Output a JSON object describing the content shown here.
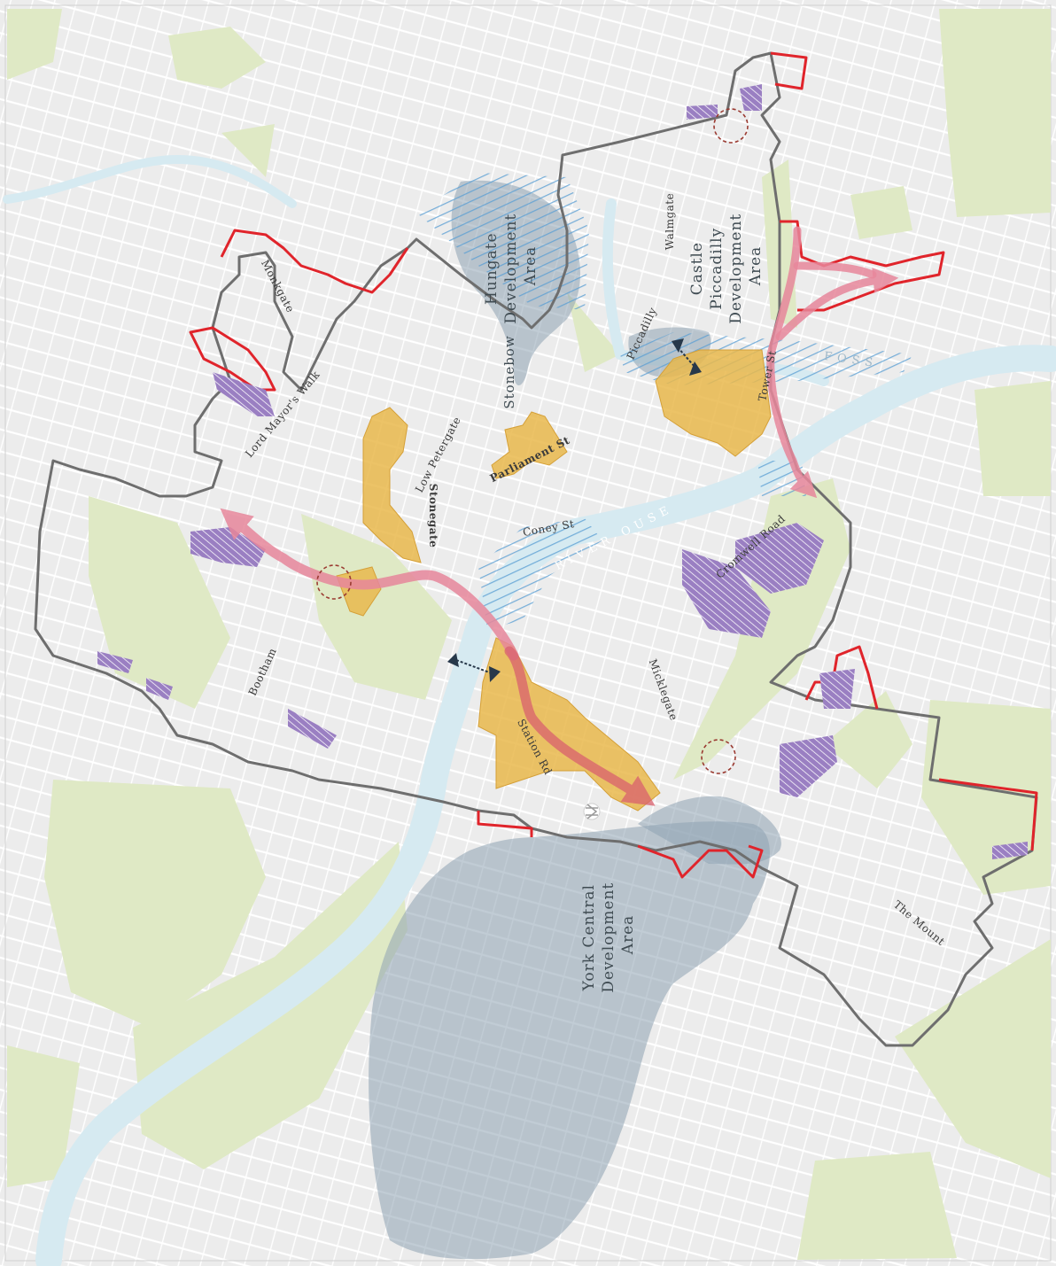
{
  "colors": {
    "background": "#efefef",
    "green_space": "#dfe9c5",
    "river": "#d6eaf1",
    "development_area": "#8ea3b3",
    "conservation_boundary": "#6e6e6e",
    "red_boundary": "#e0242b",
    "route_arrow": "#e7879b",
    "key_site": "#e9b94c",
    "terrace_housing": "#9a7fc2",
    "hatch": "#5a9fd4",
    "gateway_circle": "#9b3b32",
    "link_icon": "#27384a"
  },
  "icons": [
    "gateway-circle-icon",
    "footbridge-link-icon",
    "railway-station-icon",
    "terrace-housing-icon"
  ],
  "development_areas": {
    "hungate": "Hungate Development Area",
    "castle_piccadilly": "Castle Piccadilly Development Area",
    "york_central": "York Central Development Area"
  },
  "development_area_lines": {
    "hungate": [
      "Hungate",
      "Development",
      "Area"
    ],
    "castle_piccadilly": [
      "Castle",
      "Piccadilly",
      "Development",
      "Area"
    ],
    "york_central": [
      "York Central",
      "Development",
      "Area"
    ]
  },
  "streets": {
    "monkgate": "Monkgate",
    "lord_mayors_walk": "Lord Mayor's Walk",
    "low_petergate": "Low Petergate",
    "stonegate": "Stonegate",
    "parliament_st": "Parliament St",
    "stonebow": "Stonebow",
    "walmgate": "Walmgate",
    "piccadilly": "Piccadilly",
    "tower_st": "Tower St",
    "coney_st": "Coney St",
    "cromwell_road": "Cromwell Road",
    "micklegate": "Micklegate",
    "bootham": "Bootham",
    "station_rd": "Station Rd",
    "the_mount": "The Mount"
  },
  "rivers": {
    "ouse": "RIVER OUSE",
    "foss": "FOSS"
  }
}
